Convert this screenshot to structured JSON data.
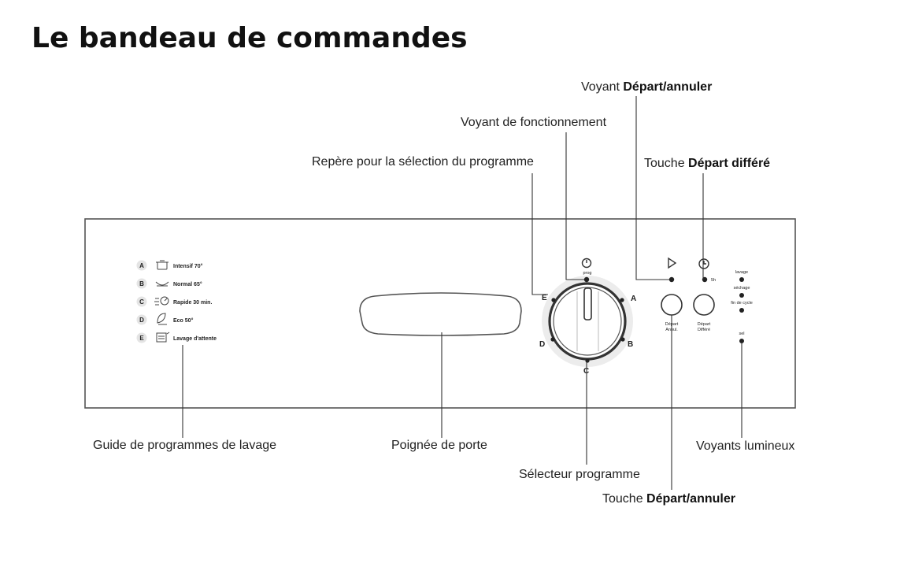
{
  "title": "Le bandeau de commandes",
  "callouts": {
    "voyant_depart": {
      "prefix": "Voyant ",
      "bold": "Départ/annuler"
    },
    "voyant_fonctionnement": "Voyant de fonctionnement",
    "repere": "Repère pour la sélection du programme",
    "touche_differe": {
      "prefix": "Touche ",
      "bold": "Départ différé"
    },
    "guide": "Guide de programmes de lavage",
    "poignee": "Poignée de porte",
    "selecteur": "Sélecteur programme",
    "touche_depart": {
      "prefix": "Touche ",
      "bold": "Départ/annuler"
    },
    "voyants_lumineux": "Voyants lumineux"
  },
  "programs": [
    {
      "letter": "A",
      "name": "Intensif 70°",
      "icon": "pot-icon"
    },
    {
      "letter": "B",
      "name": "Normal 65°",
      "icon": "plate-icon"
    },
    {
      "letter": "C",
      "name": "Rapide 30 min.",
      "icon": "timer-icon"
    },
    {
      "letter": "D",
      "name": "Eco 50°",
      "icon": "eco-icon"
    },
    {
      "letter": "E",
      "name": "Lavage d'attente",
      "icon": "rinse-icon"
    }
  ],
  "dial": {
    "positions": [
      "A",
      "B",
      "C",
      "D",
      "E"
    ],
    "marking": "prog"
  },
  "buttons": {
    "depart": {
      "line1": "Départ",
      "line2": "Annul.",
      "icon": "play-icon"
    },
    "differe": {
      "line1": "Départ",
      "line2": "Différé",
      "icon": "clock-icon",
      "indicator": "5h"
    }
  },
  "indicators": [
    "lavage",
    "séchage",
    "fin de cycle",
    "sel"
  ]
}
